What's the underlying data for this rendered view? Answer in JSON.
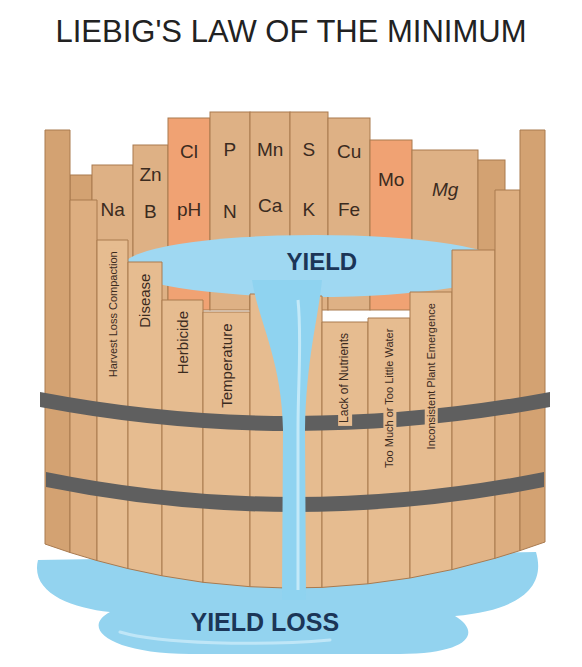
{
  "diagram": {
    "title": "LIEBIG'S LAW OF THE MINIMUM",
    "nodes": [
      {
        "text": [
          "Na"
        ]
      },
      {
        "text": [
          "Zn",
          "B"
        ]
      },
      {
        "text": [
          "Cl",
          "pH"
        ]
      },
      {
        "text": [
          "P",
          "N"
        ]
      },
      {
        "text": [
          "Mn",
          "Ca"
        ]
      },
      {
        "text": [
          "S",
          "K"
        ]
      },
      {
        "text": [
          "Cu",
          "Fe"
        ]
      },
      {
        "text": [
          "Mo"
        ]
      },
      {
        "text": [
          "Mg"
        ]
      },
      {
        "text": [
          "Harvest Loss Compaction"
        ]
      },
      {
        "text": [
          "Disease"
        ]
      },
      {
        "text": [
          "Herbicide"
        ]
      },
      {
        "text": [
          "Temperature"
        ]
      },
      {
        "text": [
          "Lack of Nutrients"
        ]
      },
      {
        "text": [
          "Too Much or Too Little Water"
        ]
      },
      {
        "text": [
          "Inconsistent Plant Emergence"
        ]
      }
    ],
    "labels": [
      "YIELD",
      "YIELD LOSS"
    ]
  }
}
